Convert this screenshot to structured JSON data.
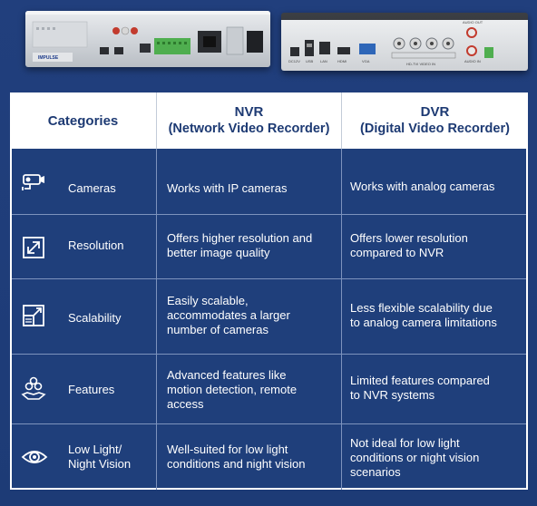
{
  "colors": {
    "background": "#1f3f7b",
    "header_text": "#1d3a73",
    "body_text": "#ffffff",
    "grid_line": "#7d93bd"
  },
  "devices": {
    "nvr_logo": "IMPULSE",
    "dvr_port_labels": {
      "dc": "DC12V",
      "usb": "USB",
      "lan": "LAN",
      "hdmi": "HDMI",
      "vga": "VGA",
      "video_in": "HD-TVI VIDEO IN",
      "audio_out": "AUDIO OUT",
      "audio_in": "AUDIO IN"
    }
  },
  "header": {
    "categories": "Categories",
    "nvr_title": "NVR",
    "nvr_subtitle": "(Network Video Recorder)",
    "dvr_title": "DVR",
    "dvr_subtitle": "(Digital Video Recorder)"
  },
  "rows": [
    {
      "icon": "camera-icon",
      "category": "Cameras",
      "nvr": [
        "Works with IP cameras"
      ],
      "dvr": [
        "Works with analog cameras"
      ]
    },
    {
      "icon": "resize-arrow-icon",
      "category": "Resolution",
      "nvr": [
        "Offers higher resolution and",
        "better image quality"
      ],
      "dvr": [
        "Offers lower resolution",
        "compared to NVR"
      ]
    },
    {
      "icon": "scalability-icon",
      "category": "Scalability",
      "nvr": [
        "Easily scalable,",
        "accommodates a larger",
        "number of cameras"
      ],
      "dvr": [
        "Less flexible scalability due",
        "to analog camera limitations"
      ]
    },
    {
      "icon": "features-icon",
      "category": "Features",
      "nvr": [
        "Advanced features like",
        "motion detection, remote",
        "access"
      ],
      "dvr": [
        "Limited features compared",
        "to NVR systems"
      ]
    },
    {
      "icon": "eye-icon",
      "category_lines": [
        "Low Light/",
        "Night Vision"
      ],
      "nvr": [
        "Well-suited for low light",
        "conditions and night vision"
      ],
      "dvr": [
        "Not ideal for low light",
        "conditions or night vision",
        "scenarios"
      ]
    }
  ]
}
